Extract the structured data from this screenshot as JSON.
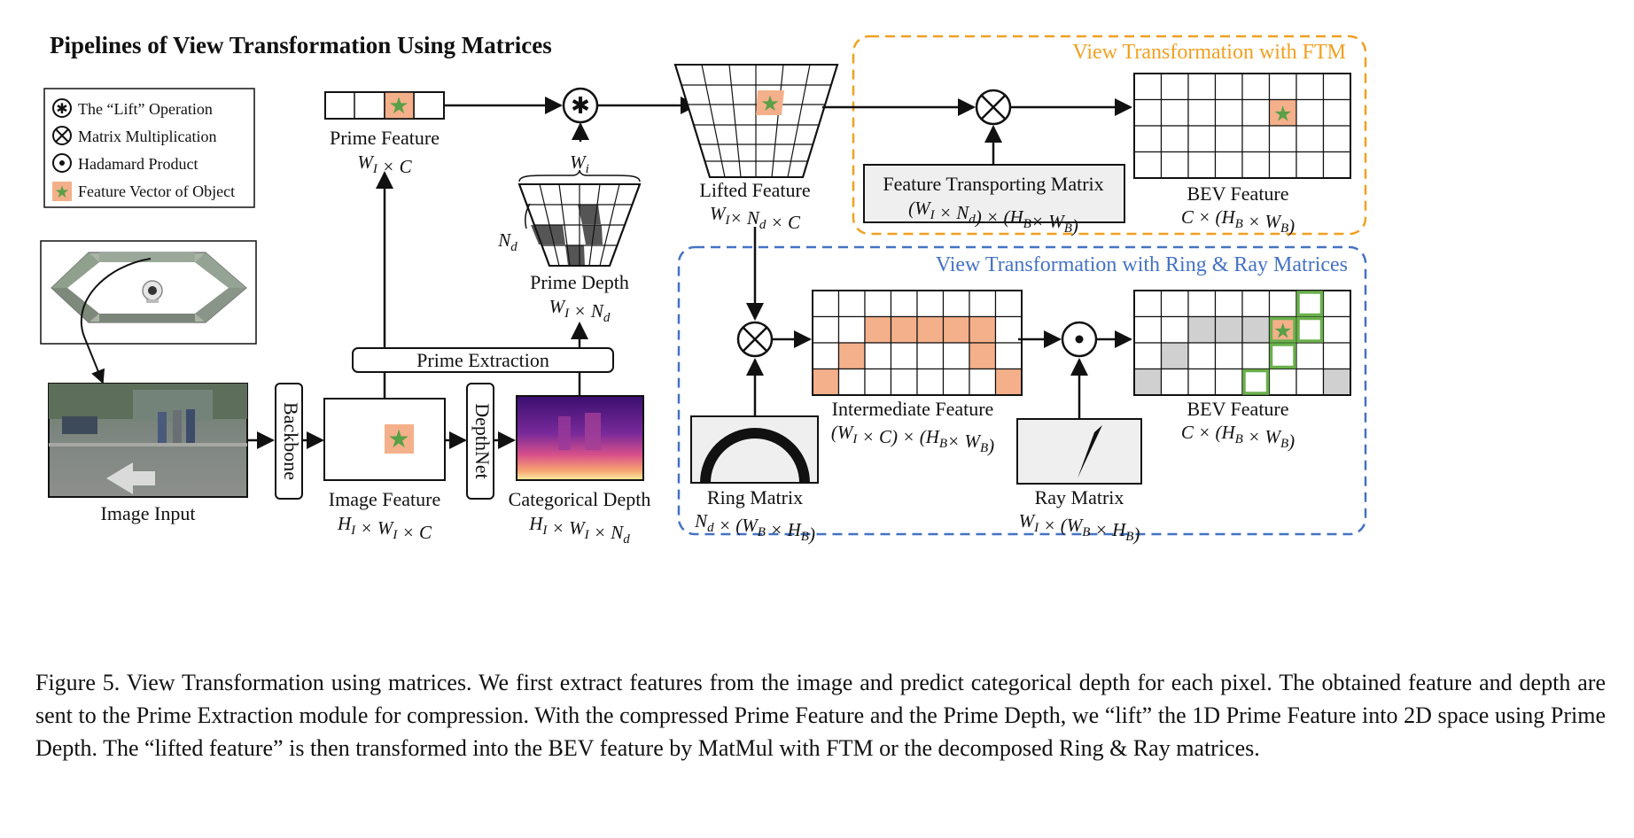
{
  "title": "Pipelines of View Transformation Using Matrices",
  "legend": [
    {
      "icon": "lift-icon",
      "label": "The “Lift” Operation"
    },
    {
      "icon": "matmul-icon",
      "label": "Matrix Multiplication"
    },
    {
      "icon": "hadamard-icon",
      "label": "Hadamard Product"
    },
    {
      "icon": "star-icon",
      "label": "Feature Vector of Object"
    }
  ],
  "blocks": {
    "image_input": "Image Input",
    "backbone": "Backbone",
    "depthnet": "DepthNet",
    "image_feature": {
      "label": "Image Feature",
      "dims": "H_I × W_I × C"
    },
    "categorical_depth": {
      "label": "Categorical Depth",
      "dims": "H_I × W_I × N_d"
    },
    "prime_extraction": "Prime Extraction",
    "prime_feature": {
      "label": "Prime Feature",
      "dims": "W_I × C"
    },
    "prime_depth": {
      "label": "Prime Depth",
      "dims": "W_I × N_d",
      "width_label": "W_i",
      "depth_label": "N_d"
    },
    "lifted_feature": {
      "label": "Lifted Feature",
      "dims": "W_I× N_d × C"
    },
    "ftm_box": {
      "title": "View Transformation with FTM"
    },
    "ftm_matrix": {
      "label": "Feature Transporting Matrix",
      "dims": "(W_I × N_d) × (H_B× W_B)"
    },
    "bev_feature_top": {
      "label": "BEV Feature",
      "dims": "C × (H_B × W_B)"
    },
    "ringray_box": {
      "title": "View Transformation with Ring & Ray Matrices"
    },
    "intermediate_feature": {
      "label": "Intermediate Feature",
      "dims": "(W_I × C) × (H_B× W_B)"
    },
    "bev_feature_bottom": {
      "label": "BEV Feature",
      "dims": "C × (H_B × W_B)"
    },
    "ring_matrix": {
      "label": "Ring Matrix",
      "dims": "N_d × (W_B × H_B)"
    },
    "ray_matrix": {
      "label": "Ray Matrix",
      "dims": "W_I × (W_B × H_B)"
    }
  },
  "caption": "Figure 5. View Transformation using matrices. We first extract features from the image and predict categorical depth for each pixel. The obtained feature and depth are sent to the Prime Extraction module for compression. With the compressed Prime Feature and the Prime Depth, we “lift” the 1D Prime Feature into 2D space using Prime Depth. The “lifted feature” is then transformed into the BEV feature by MatMul with FTM or the decomposed Ring & Ray matrices.",
  "colors": {
    "highlight": "#f4b08a",
    "star": "#5aa046",
    "ftm_border": "#f0a020",
    "ftm_title": "#f0a020",
    "ringray_border": "#4472c4",
    "ringray_title": "#4472c4",
    "green_path": "#6ab04c",
    "grey_cell": "#d0d0d0"
  }
}
